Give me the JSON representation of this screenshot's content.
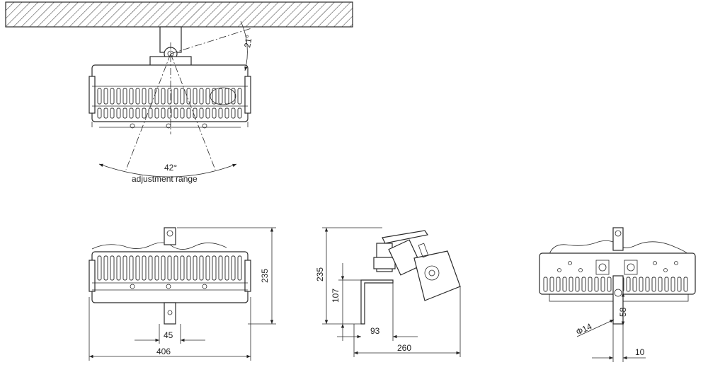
{
  "top_view": {
    "tilt_angle": "21°",
    "adjust_angle": "42°",
    "adjust_label": "adjustment range"
  },
  "front_view": {
    "height": "235",
    "width": "406",
    "bracket_width": "45"
  },
  "side_view": {
    "height": "235",
    "bracket_height": "107",
    "bracket_depth": "93",
    "depth": "260"
  },
  "back_view": {
    "hole_diameter": "Φ14",
    "hole_offset": "58",
    "plate_thickness": "10"
  }
}
